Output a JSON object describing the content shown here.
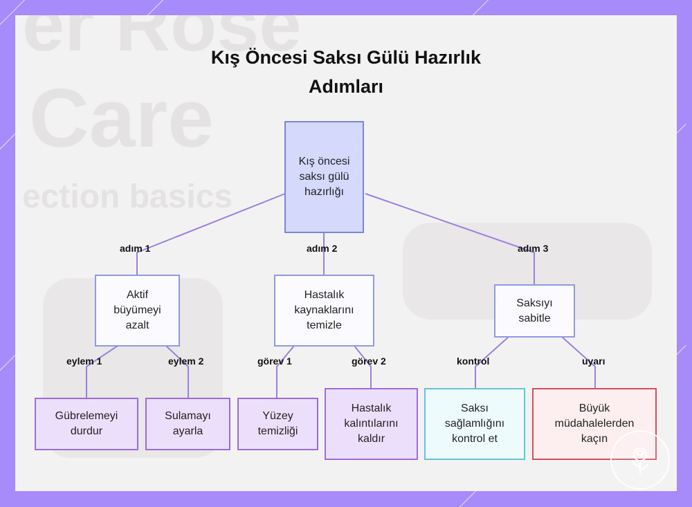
{
  "title": "Kış Öncesi Saksı Gülü Hazırlık Adımları",
  "background_text": {
    "line1": "er Rose",
    "line2": "Care",
    "line3": "ection basics"
  },
  "nodes": {
    "root": "Kış öncesi saksı gülü hazırlığı",
    "step1": "Aktif büyümeyi azalt",
    "step2": "Hastalık kaynaklarını temizle",
    "step3": "Saksıyı sabitle",
    "leaf1": "Gübrelemeyi durdur",
    "leaf2": "Sulamayı ayarla",
    "leaf3": "Yüzey temizliği",
    "leaf4": "Hastalık kalıntılarını kaldır",
    "leaf5": "Saksı sağlamlığını kontrol et",
    "leaf6": "Büyük müdahalelerden kaçın"
  },
  "edge_labels": {
    "e1": "adım 1",
    "e2": "adım 2",
    "e3": "adım 3",
    "e4": "eylem 1",
    "e5": "eylem 2",
    "e6": "görev 1",
    "e7": "görev 2",
    "e8": "kontrol",
    "e9": "uyarı"
  },
  "colors": {
    "frame": "#a78bfa",
    "edge": "#9b7fe0",
    "root_fill": "#d5d9fb",
    "leaf_fill": "#ecdffb",
    "cyan_border": "#63c5d6",
    "red_border": "#cf4f5e"
  },
  "logo_icon": "rose-logo-icon"
}
